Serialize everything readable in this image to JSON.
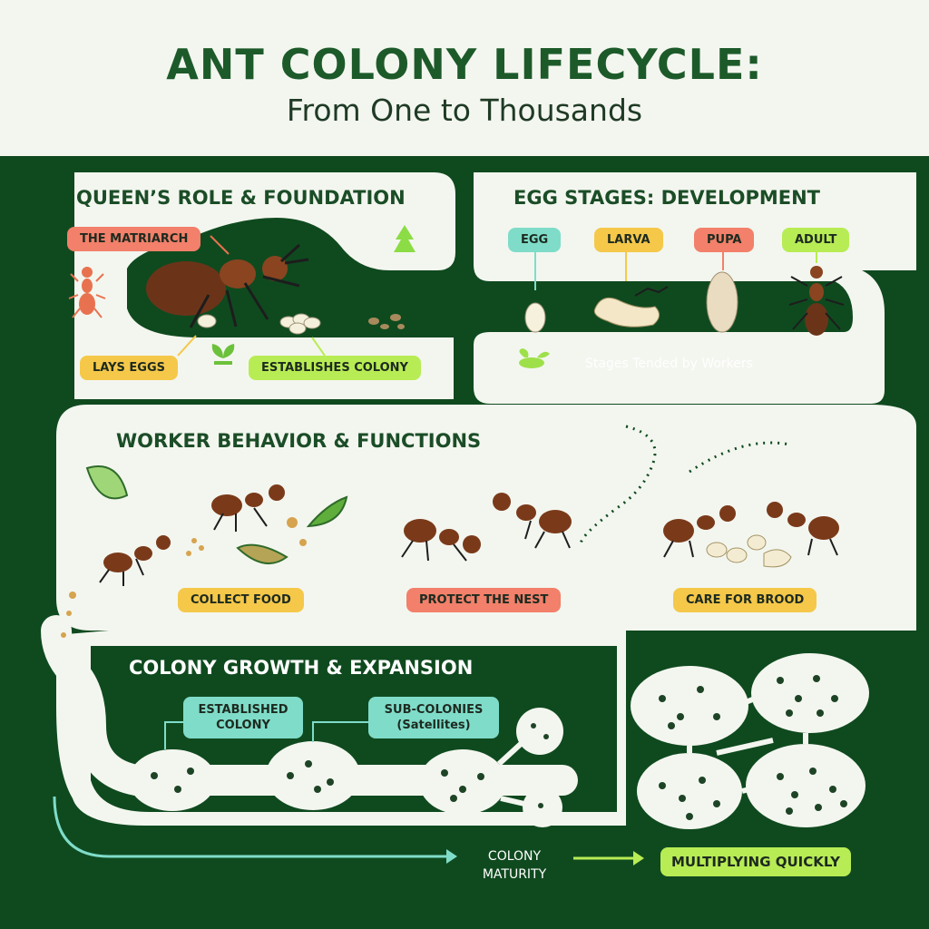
{
  "header": {
    "title": "ANT COLONY LIFECYCLE:",
    "subtitle": "From One to Thousands"
  },
  "queen_section": {
    "heading": "QUEEN’S ROLE & FOUNDATION",
    "tags": {
      "matriarch": "THE MATRIARCH",
      "lays_eggs": "LAYS EGGS",
      "establishes": "ESTABLISHES COLONY"
    }
  },
  "egg_section": {
    "heading": "EGG STAGES: DEVELOPMENT",
    "stages": [
      "EGG",
      "LARVA",
      "PUPA",
      "ADULT"
    ],
    "note": "Stages Tended by Workers"
  },
  "worker_section": {
    "heading": "WORKER BEHAVIOR & FUNCTIONS",
    "functions": [
      "COLLECT FOOD",
      "PROTECT THE NEST",
      "CARE FOR BROOD"
    ]
  },
  "growth_section": {
    "heading": "COLONY GROWTH & EXPANSION",
    "established_label": "ESTABLISHED COLONY",
    "subcolonies_label": "SUB-COLONIES (Satellites)",
    "maturity_label": "COLONY MATURITY",
    "multiplying_label": "MULTIPLYING QUICKLY"
  },
  "colors": {
    "board": "#0f4a1f",
    "panel": "#f3f6ef",
    "ant": "#7a3a1a",
    "tag_red": "#f2806a",
    "tag_yellow": "#f5c84a",
    "tag_lime": "#b8ec55",
    "tag_teal": "#7fdcc9"
  }
}
